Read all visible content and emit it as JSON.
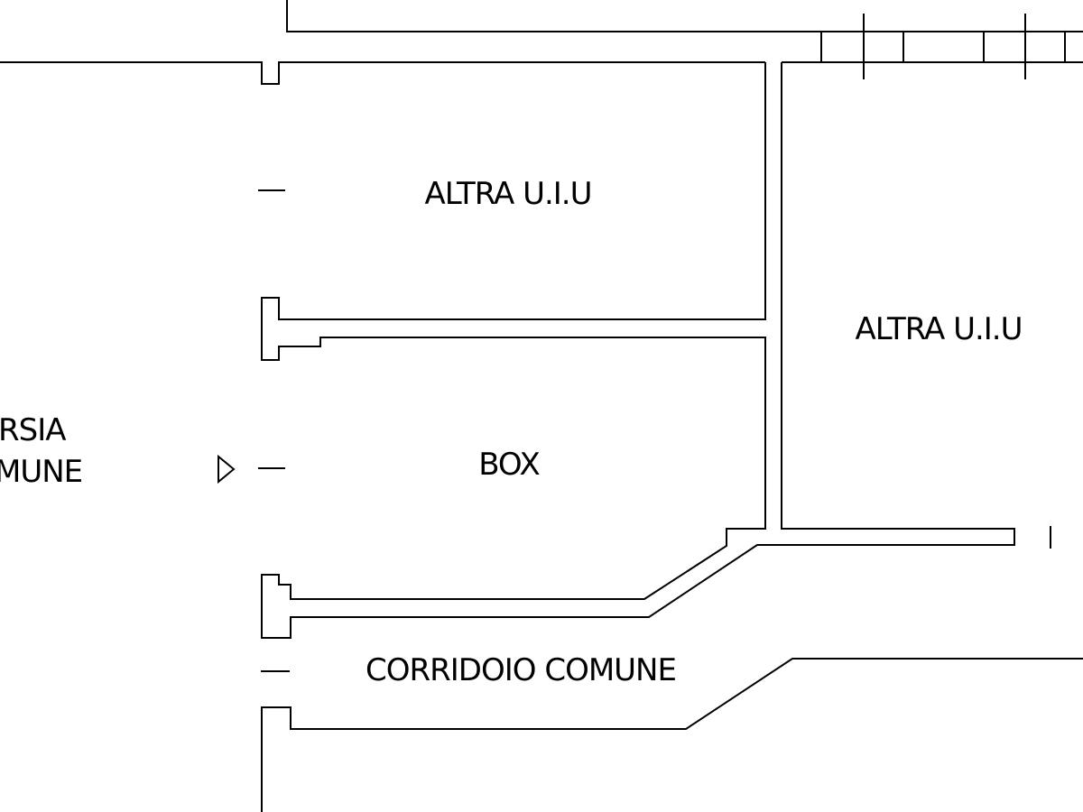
{
  "floor_plan": {
    "colors": {
      "wall": "#000000",
      "background": "#ffffff"
    },
    "labels": {
      "room_top": "ALTRA U.I.U",
      "room_right": "ALTRA U.I.U",
      "box": "BOX",
      "corridor": "CORRIDOIO COMUNE",
      "left_line1": "RSIA",
      "left_line2": "MUNE"
    }
  }
}
